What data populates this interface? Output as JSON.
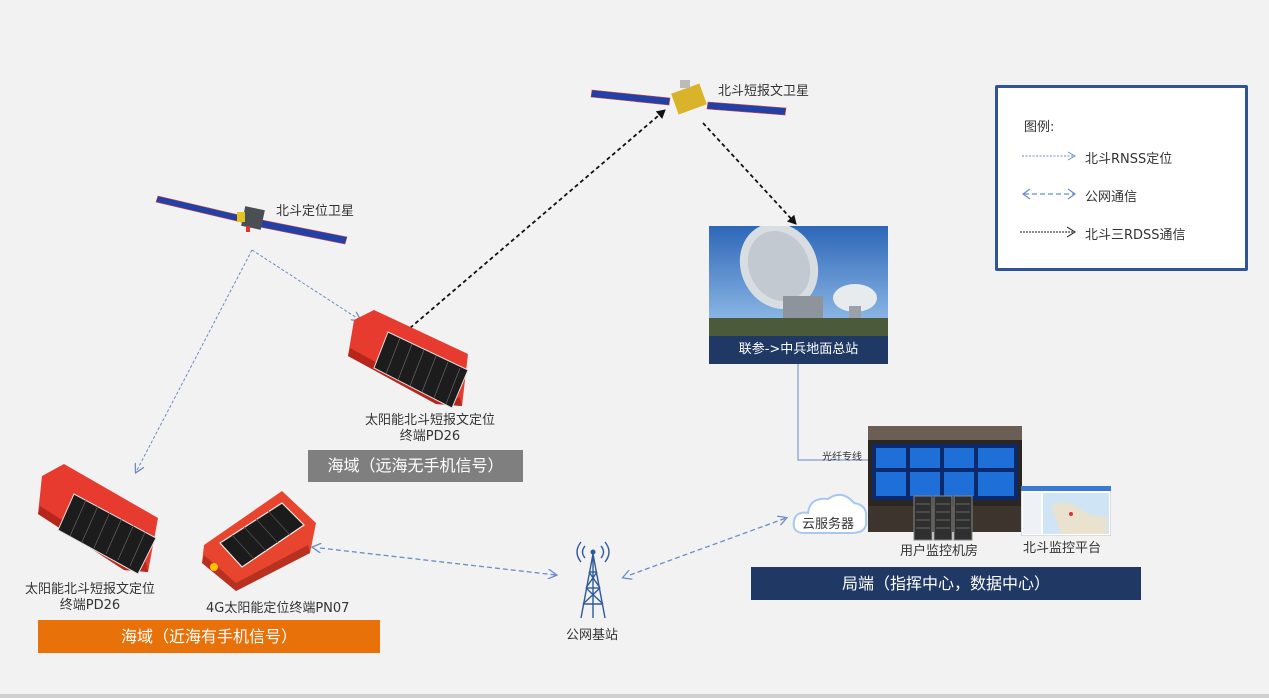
{
  "legend": {
    "title": "图例:",
    "rnss": "北斗RNSS定位",
    "public_net": "公网通信",
    "rdss": "北斗三RDSS通信"
  },
  "satellites": {
    "positioning": "北斗定位卫星",
    "short_message": "北斗短报文卫星"
  },
  "ground_station": "联参->中兵地面总站",
  "fiber_link": "光纤专线",
  "cloud_server": "云服务器",
  "user_room": "用户监控机房",
  "monitor_platform": "北斗监控平台",
  "command_center": "局端（指挥中心，数据中心）",
  "terminal_far": {
    "line1": "太阳能北斗短报文定位",
    "line2": "终端PD26"
  },
  "sea_far": "海域（远海无手机信号）",
  "terminal_near": {
    "line1": "太阳能北斗短报文定位",
    "line2": "终端PD26"
  },
  "terminal_4g": "4G太阳能定位终端PN07",
  "sea_near": "海域（近海有手机信号）",
  "base_station": "公网基站",
  "colors": {
    "navy": "#203864",
    "orange": "#e8710a",
    "gray_bar": "#7f7f7f",
    "rnss_line": "#6a8cc7",
    "rdss_line": "#111111"
  }
}
